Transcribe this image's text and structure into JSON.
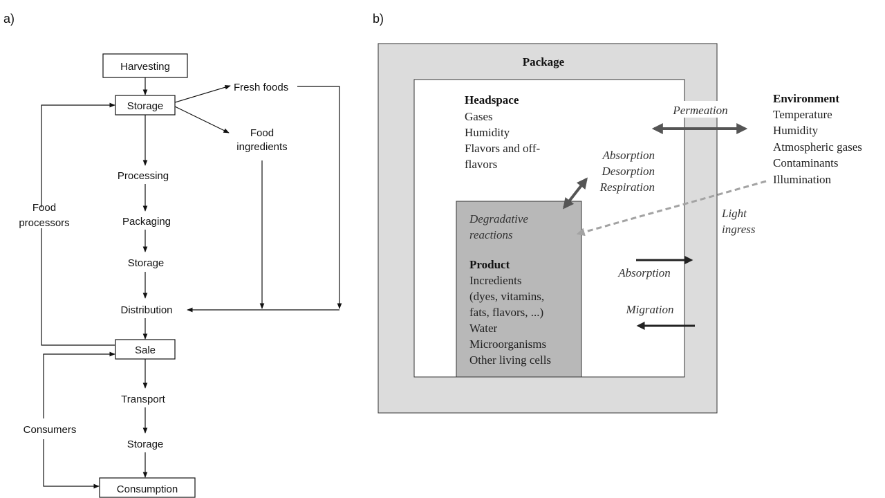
{
  "panel_a": {
    "label": "a)",
    "nodes": {
      "harvesting": "Harvesting",
      "storage1": "Storage",
      "fresh_foods": "Fresh foods",
      "food_ingredients_1": "Food",
      "food_ingredients_2": "ingredients",
      "processing": "Processing",
      "packaging": "Packaging",
      "storage2": "Storage",
      "distribution": "Distribution",
      "sale": "Sale",
      "transport": "Transport",
      "storage3": "Storage",
      "consumption": "Consumption"
    },
    "side_labels": {
      "food_processors_1": "Food",
      "food_processors_2": "processors",
      "consumers": "Consumers"
    }
  },
  "panel_b": {
    "label": "b)",
    "package_title": "Package",
    "headspace": {
      "title": "Headspace",
      "items": [
        "Gases",
        "Humidity",
        "Flavors and off-",
        "flavors"
      ]
    },
    "product": {
      "reactions_1": "Degradative",
      "reactions_2": "reactions",
      "title": "Product",
      "items": [
        "Incredients",
        "(dyes, vitamins,",
        "fats, flavors, ...)",
        "Water",
        "Microorganisms",
        "Other living cells"
      ]
    },
    "environment": {
      "title": "Environment",
      "items": [
        "Temperature",
        "Humidity",
        "Atmospheric gases",
        "Contaminants",
        "Illumination"
      ]
    },
    "processes": {
      "permeation": "Permeation",
      "exchange": [
        "Absorption",
        "Desorption",
        "Respiration"
      ],
      "light_1": "Light",
      "light_2": "ingress",
      "absorption": "Absorption",
      "migration": "Migration"
    },
    "colors": {
      "outer_package": "#dcdcdc",
      "product_box": "#b8b8b8",
      "dark_arrow": "#555555",
      "light_arrow": "#a3a3a3"
    }
  }
}
